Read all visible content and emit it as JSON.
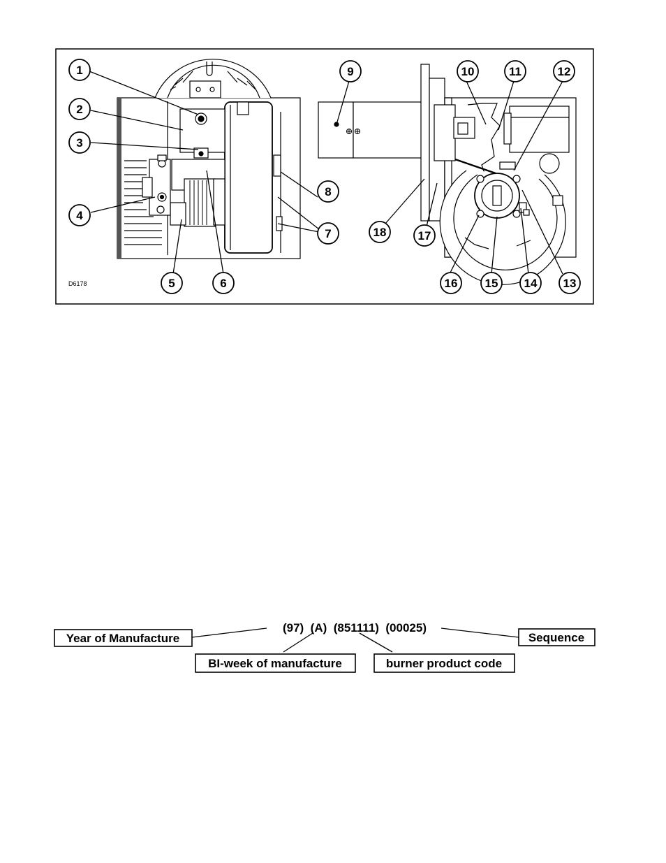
{
  "figure": {
    "code": "D6178",
    "callouts": [
      "1",
      "2",
      "3",
      "4",
      "5",
      "6",
      "7",
      "8",
      "9",
      "10",
      "11",
      "12",
      "13",
      "14",
      "15",
      "16",
      "17",
      "18"
    ]
  },
  "serial": {
    "code_text": "(97)  (A)  (851111)  (00025)",
    "labels": {
      "year": "Year of Manufacture",
      "sequence": "Sequence",
      "biweek": "BI-week of manufacture",
      "product": "burner product code"
    }
  }
}
